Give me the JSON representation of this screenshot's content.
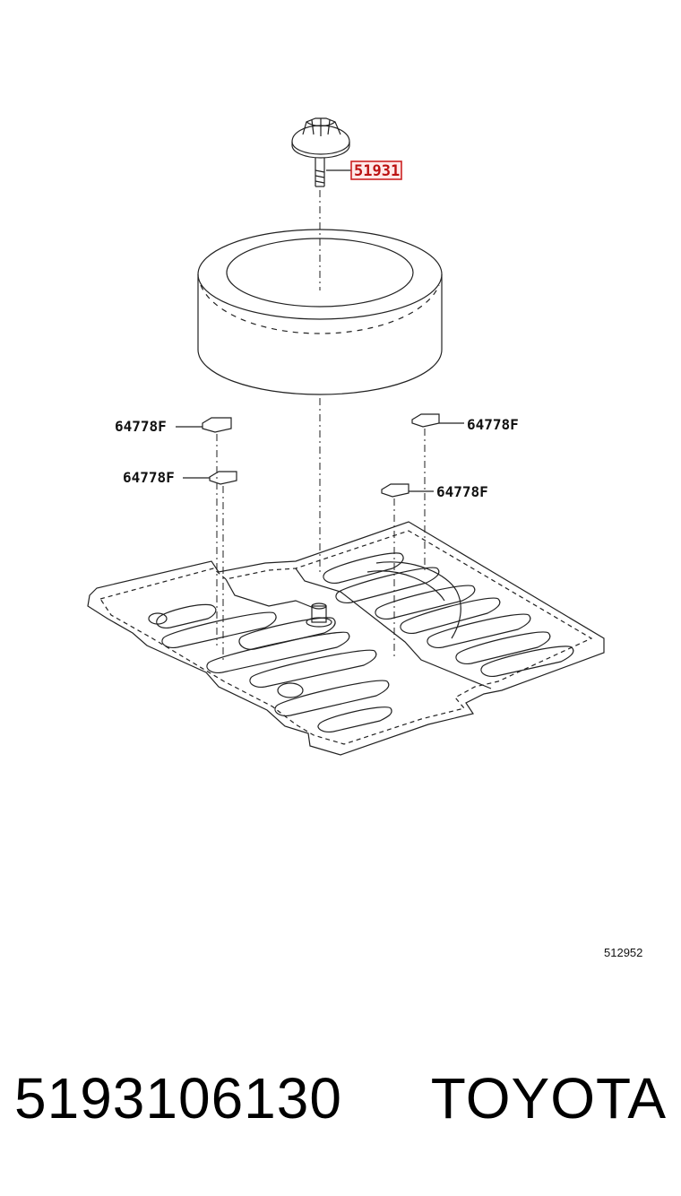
{
  "diagram": {
    "callouts": {
      "bolt_highlighted": "51931",
      "pad_upper_left": "64778F",
      "pad_lower_left": "64778F",
      "pad_upper_right": "64778F",
      "pad_lower_right": "64778F"
    },
    "highlight_color": "#cc2222",
    "reference_number": "512952"
  },
  "footer": {
    "part_number": "5193106130",
    "brand": "TOYOTA"
  }
}
